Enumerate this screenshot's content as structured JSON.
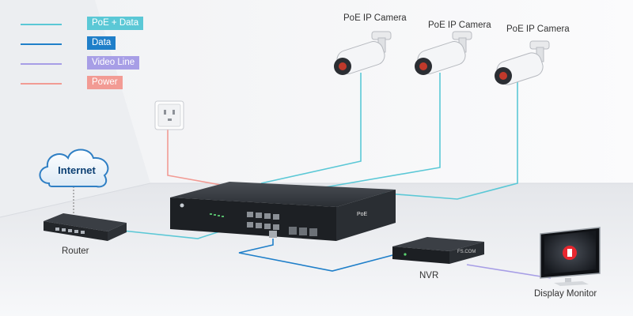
{
  "colors": {
    "poe_data": "#5bc8d6",
    "data": "#1f7fc9",
    "video": "#a79ee6",
    "power": "#f29b94"
  },
  "legend": [
    {
      "label": "PoE + Data",
      "color": "#5bc8d6"
    },
    {
      "label": "Data",
      "color": "#1f7fc9"
    },
    {
      "label": "Video Line",
      "color": "#a79ee6"
    },
    {
      "label": "Power",
      "color": "#f29b94"
    }
  ],
  "cameras": [
    {
      "label": "PoE IP Camera"
    },
    {
      "label": "PoE IP Camera"
    },
    {
      "label": "PoE IP Camera"
    }
  ],
  "internet_label": "Internet",
  "router_label": "Router",
  "nvr_label": "NVR",
  "monitor_label": "Display Monitor",
  "switch_badge": "PoE",
  "nvr_brand": "FS.COM"
}
